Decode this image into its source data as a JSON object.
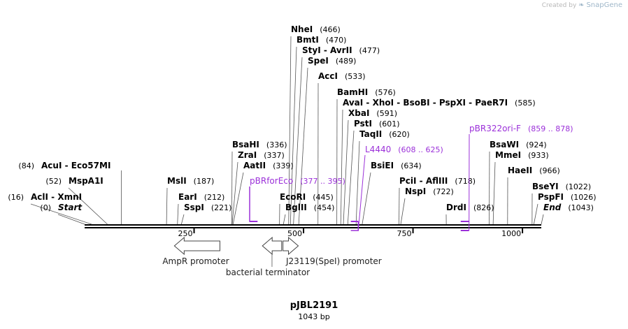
{
  "credit": {
    "prefix": "Created by",
    "brand": "SnapGene"
  },
  "plasmid": {
    "name": "pJBL2191",
    "length_label": "1043 bp",
    "length": 1043
  },
  "ruler": {
    "ticks": [
      250,
      500,
      750,
      1000
    ]
  },
  "colors": {
    "primer": "#9b30d9",
    "backbone": "#000000",
    "feature_stroke": "#444444"
  },
  "sites": [
    {
      "name": "NheI",
      "pos_label": "(466)",
      "pos": 466
    },
    {
      "name": "BmtI",
      "pos_label": "(470)",
      "pos": 470
    },
    {
      "name": "StyI - AvrII",
      "pos_label": "(477)",
      "pos": 477
    },
    {
      "name": "SpeI",
      "pos_label": "(489)",
      "pos": 489
    },
    {
      "name": "AccI",
      "pos_label": "(533)",
      "pos": 533
    },
    {
      "name": "BamHI",
      "pos_label": "(576)",
      "pos": 576
    },
    {
      "name": "AvaI - XhoI - BsoBI - PspXI - PaeR7I",
      "pos_label": "(585)",
      "pos": 585
    },
    {
      "name": "XbaI",
      "pos_label": "(591)",
      "pos": 591
    },
    {
      "name": "PstI",
      "pos_label": "(601)",
      "pos": 601
    },
    {
      "name": "TaqII",
      "pos_label": "(620)",
      "pos": 620
    },
    {
      "name": "BsaHI",
      "pos_label": "(336)",
      "pos": 336
    },
    {
      "name": "ZraI",
      "pos_label": "(337)",
      "pos": 337
    },
    {
      "name": "AatII",
      "pos_label": "(339)",
      "pos": 339
    },
    {
      "name": "BsiEI",
      "pos_label": "(634)",
      "pos": 634
    },
    {
      "name": "BsaWI",
      "pos_label": "(924)",
      "pos": 924
    },
    {
      "name": "MmeI",
      "pos_label": "(933)",
      "pos": 933
    },
    {
      "name": "HaeII",
      "pos_label": "(966)",
      "pos": 966
    },
    {
      "name": "AcuI - Eco57MI",
      "pos_label": "(84)",
      "pos": 84
    },
    {
      "name": "MspA1I",
      "pos_label": "(52)",
      "pos": 52
    },
    {
      "name": "MslI",
      "pos_label": "(187)",
      "pos": 187
    },
    {
      "name": "EarI",
      "pos_label": "(212)",
      "pos": 212
    },
    {
      "name": "SspI",
      "pos_label": "(221)",
      "pos": 221
    },
    {
      "name": "AclI - XmnI",
      "pos_label": "(16)",
      "pos": 16
    },
    {
      "name": "Start",
      "pos_label": "(0)",
      "pos": 0
    },
    {
      "name": "EcoRI",
      "pos_label": "(445)",
      "pos": 445
    },
    {
      "name": "BglII",
      "pos_label": "(454)",
      "pos": 454
    },
    {
      "name": "PciI - AflIII",
      "pos_label": "(718)",
      "pos": 718
    },
    {
      "name": "NspI",
      "pos_label": "(722)",
      "pos": 722
    },
    {
      "name": "DrdI",
      "pos_label": "(826)",
      "pos": 826
    },
    {
      "name": "BseYI",
      "pos_label": "(1022)",
      "pos": 1022
    },
    {
      "name": "PspFI",
      "pos_label": "(1026)",
      "pos": 1026
    },
    {
      "name": "End",
      "pos_label": "(1043)",
      "pos": 1043
    }
  ],
  "primers": [
    {
      "name": "pBRforEco",
      "range_label": "(377 .. 395)",
      "start": 377,
      "end": 395
    },
    {
      "name": "L4440",
      "range_label": "(608 .. 625)",
      "start": 608,
      "end": 625
    },
    {
      "name": "pBR322ori-F",
      "range_label": "(859 .. 878)",
      "start": 859,
      "end": 878
    }
  ],
  "features": [
    {
      "name": "AmpR promoter",
      "direction": "reverse",
      "start": 205,
      "end": 309
    },
    {
      "name": "bacterial terminator",
      "direction": "reverse",
      "start": 406,
      "end": 450
    },
    {
      "name": "J23119(SpeI) promoter",
      "direction": "forward",
      "start": 453,
      "end": 488
    }
  ]
}
